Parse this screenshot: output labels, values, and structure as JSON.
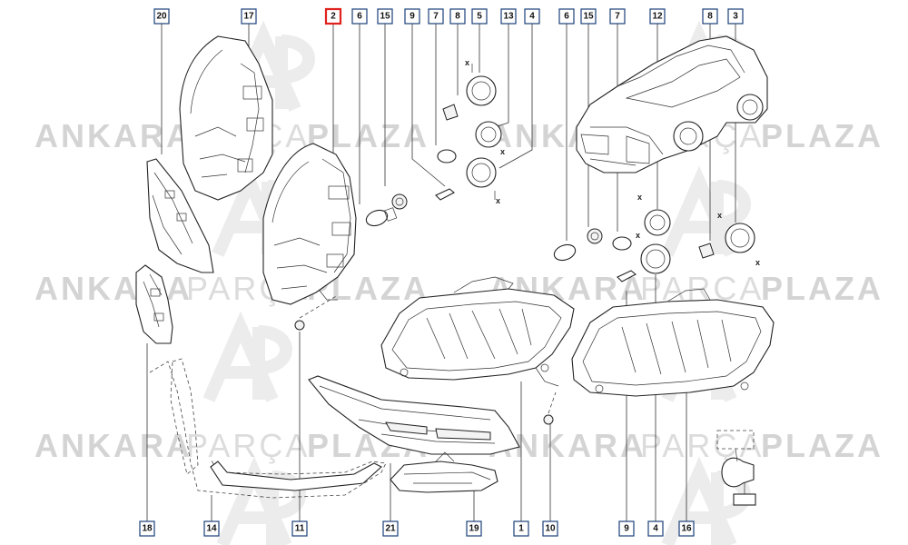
{
  "watermark": {
    "brand_bold_left": "ANKARA",
    "brand_light": "PARÇA",
    "brand_bold_right": "PLAZA"
  },
  "x_mark": "x",
  "highlight_color": "#e0211d",
  "label_color": "#1c3f7a",
  "callouts": [
    {
      "num": "20",
      "highlighted": false
    },
    {
      "num": "17",
      "highlighted": false
    },
    {
      "num": "2",
      "highlighted": true
    },
    {
      "num": "6",
      "highlighted": false
    },
    {
      "num": "15",
      "highlighted": false
    },
    {
      "num": "9",
      "highlighted": false
    },
    {
      "num": "7",
      "highlighted": false
    },
    {
      "num": "8",
      "highlighted": false
    },
    {
      "num": "5",
      "highlighted": false
    },
    {
      "num": "13",
      "highlighted": false
    },
    {
      "num": "4",
      "highlighted": false
    },
    {
      "num": "6",
      "highlighted": false
    },
    {
      "num": "15",
      "highlighted": false
    },
    {
      "num": "7",
      "highlighted": false
    },
    {
      "num": "12",
      "highlighted": false
    },
    {
      "num": "8",
      "highlighted": false
    },
    {
      "num": "3",
      "highlighted": false
    },
    {
      "num": "18",
      "highlighted": false
    },
    {
      "num": "14",
      "highlighted": false
    },
    {
      "num": "11",
      "highlighted": false
    },
    {
      "num": "21",
      "highlighted": false
    },
    {
      "num": "19",
      "highlighted": false
    },
    {
      "num": "1",
      "highlighted": false
    },
    {
      "num": "10",
      "highlighted": false
    },
    {
      "num": "9",
      "highlighted": false
    },
    {
      "num": "4",
      "highlighted": false
    },
    {
      "num": "16",
      "highlighted": false
    }
  ]
}
